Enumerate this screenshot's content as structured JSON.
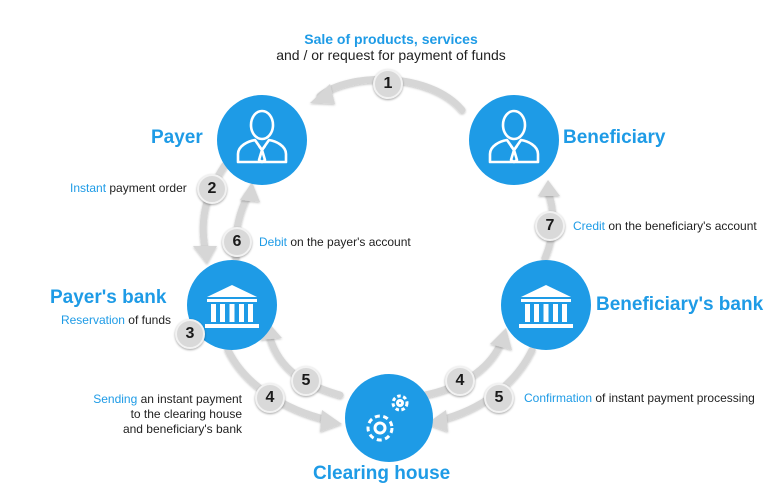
{
  "top": {
    "line1": "Sale of products, services",
    "line2": "and / or request for payment of funds"
  },
  "nodes": {
    "payer": "Payer",
    "beneficiary": "Beneficiary",
    "payers_bank": "Payer's bank",
    "beneficiarys_bank": "Beneficiary's bank",
    "clearing_house": "Clearing house"
  },
  "steps": {
    "s1": "1",
    "s2": "2",
    "s3": "3",
    "s4a": "4",
    "s4b": "4",
    "s5a": "5",
    "s5b": "5",
    "s6": "6",
    "s7": "7"
  },
  "labels": {
    "instant_hl": "Instant",
    "instant_rest": " payment order",
    "debit_hl": "Debit",
    "debit_rest": " on the payer's account",
    "reservation_hl": "Reservation",
    "reservation_rest": " of funds",
    "sending_hl": "Sending",
    "sending_rest": " an instant payment",
    "sending_line2": "to the clearing house",
    "sending_line3": "and beneficiary's bank",
    "credit_hl": "Credit",
    "credit_rest": " on the beneficiary's account",
    "confirm_hl": "Confirmation",
    "confirm_rest": " of instant payment processing"
  },
  "colors": {
    "node_blue": "#1e9be6",
    "accent_blue": "#1e9be6",
    "arrow_gray": "#d6d6d6",
    "badge_gray": "#d9d9d9"
  },
  "icons": {
    "payer": "person-icon",
    "beneficiary": "person-icon",
    "payers_bank": "bank-icon",
    "beneficiarys_bank": "bank-icon",
    "clearing_house": "gears-icon"
  }
}
